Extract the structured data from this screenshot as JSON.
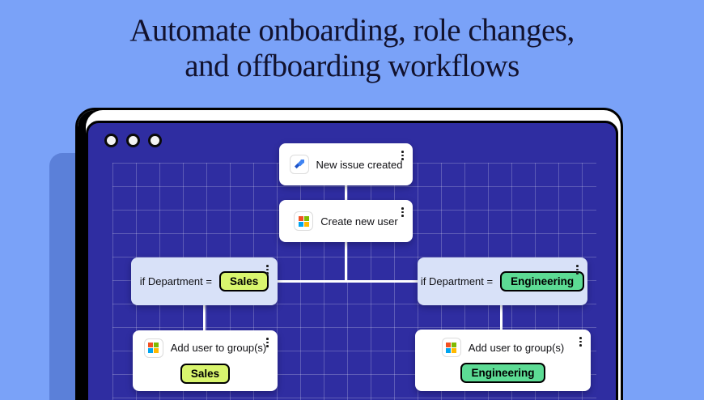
{
  "headline": {
    "line1": "Automate onboarding, role changes,",
    "line2": "and offboarding workflows"
  },
  "window": {
    "controls": [
      "dot",
      "dot",
      "dot"
    ]
  },
  "workflow": {
    "nodes": {
      "trigger": {
        "label": "New issue created",
        "icon": "jira-icon"
      },
      "create_user": {
        "label": "Create new user",
        "icon": "microsoft-icon"
      },
      "cond_sales": {
        "label": "if Department =",
        "badge": "Sales"
      },
      "cond_eng": {
        "label": "if Department =",
        "badge": "Engineering"
      },
      "add_sales": {
        "label": "Add user to group(s)",
        "badge": "Sales",
        "icon": "microsoft-icon"
      },
      "add_eng": {
        "label": "Add user to group(s)",
        "badge": "Engineering",
        "icon": "microsoft-icon"
      }
    }
  },
  "colors": {
    "page_background": "#7aa2f8",
    "panel_background": "#2f2da1",
    "grid_line": "rgba(255,255,255,0.22)",
    "backdrop_card": "#5b80d9",
    "condition_card": "#d8e1f8",
    "sales_badge": "#d9f56e",
    "engineering_badge": "#5cdb94",
    "headline_text": "#12122e",
    "jira_blue_dark": "#1d53c8",
    "jira_blue_light": "#3f83f2"
  }
}
